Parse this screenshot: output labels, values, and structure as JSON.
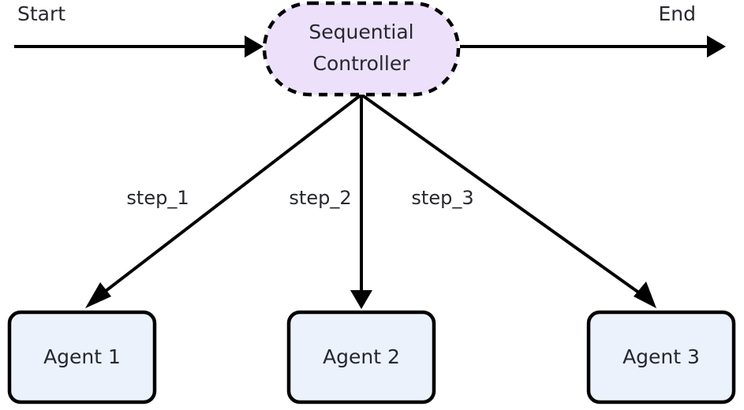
{
  "diagram": {
    "type": "flowchart",
    "title": "Sequential Controller",
    "background_color": "#ffffff",
    "text_color": "#26282e",
    "stroke_color": "#000000"
  },
  "endpoints": {
    "start_label": "Start",
    "end_label": "End"
  },
  "controller": {
    "label_line1": "Sequential",
    "label_line2": "Controller",
    "fill_color": "#ece0fb",
    "border_color": "#000000",
    "border_style": "dashed"
  },
  "agents": [
    {
      "label": "Agent 1",
      "fill_color": "#ecf2fb",
      "border_color": "#000000"
    },
    {
      "label": "Agent 2",
      "fill_color": "#ecf2fb",
      "border_color": "#000000"
    },
    {
      "label": "Agent 3",
      "fill_color": "#ecf2fb",
      "border_color": "#000000"
    }
  ],
  "edges": [
    {
      "label": "step_1",
      "from": "controller",
      "to": "Agent 1"
    },
    {
      "label": "step_2",
      "from": "controller",
      "to": "Agent 2"
    },
    {
      "label": "step_3",
      "from": "controller",
      "to": "Agent 3"
    }
  ]
}
